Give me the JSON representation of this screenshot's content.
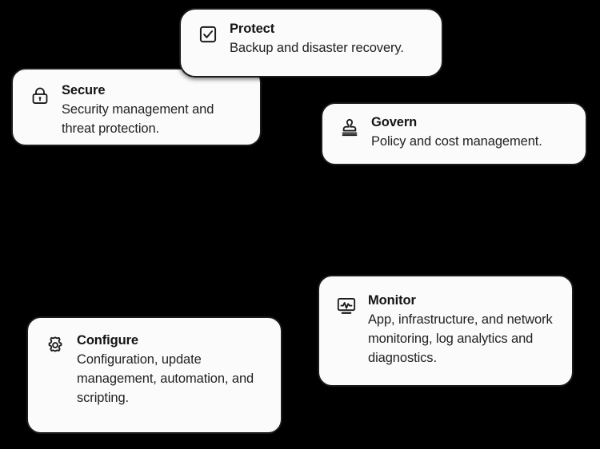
{
  "background_color": "#000000",
  "card_background_color": "#fbfbfb",
  "card_border_color": "#1b1b1b",
  "title_color": "#141414",
  "description_color": "#222222",
  "cards": [
    {
      "id": "protect",
      "icon": "checkbox-check-icon",
      "title": "Protect",
      "description": "Backup and disaster recovery."
    },
    {
      "id": "secure",
      "icon": "lock-icon",
      "title": "Secure",
      "description": "Security management and threat protection."
    },
    {
      "id": "govern",
      "icon": "stamp-icon",
      "title": "Govern",
      "description": "Policy and cost management."
    },
    {
      "id": "configure",
      "icon": "gear-icon",
      "title": "Configure",
      "description": "Configuration, update management, automation, and scripting."
    },
    {
      "id": "monitor",
      "icon": "monitor-pulse-icon",
      "title": "Monitor",
      "description": "App, infrastructure, and network monitoring, log analytics and diagnostics."
    }
  ]
}
